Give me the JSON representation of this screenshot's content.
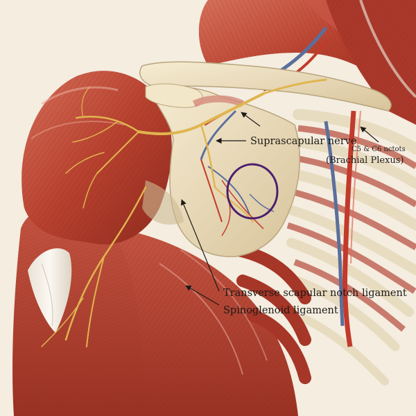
{
  "labels": {
    "suprascapular_nerve": "Suprascapular nerve",
    "c5_c6_roots": "C5 & C6 nctots",
    "brachial_plexus": "(Brachial Plexus)",
    "transverse_ligament": "Transverse scapular notch ligament",
    "spinoglenoid_ligament": "Spinoglenoid ligament"
  },
  "colors": {
    "background": "#f4ede0",
    "muscle": "#b8412f",
    "muscle_dark": "#8e2a1e",
    "muscle_light": "#d9735d",
    "bone": "#efe3c6",
    "bone_shadow": "#cdbb93",
    "nerve": "#e9c46a",
    "artery": "#c23a2c",
    "vein": "#5b6f9c",
    "annotation_circle": "#4b1f6f",
    "tendon": "#efe9df"
  },
  "icons": [
    "leader-arrow",
    "annotation-circle"
  ]
}
